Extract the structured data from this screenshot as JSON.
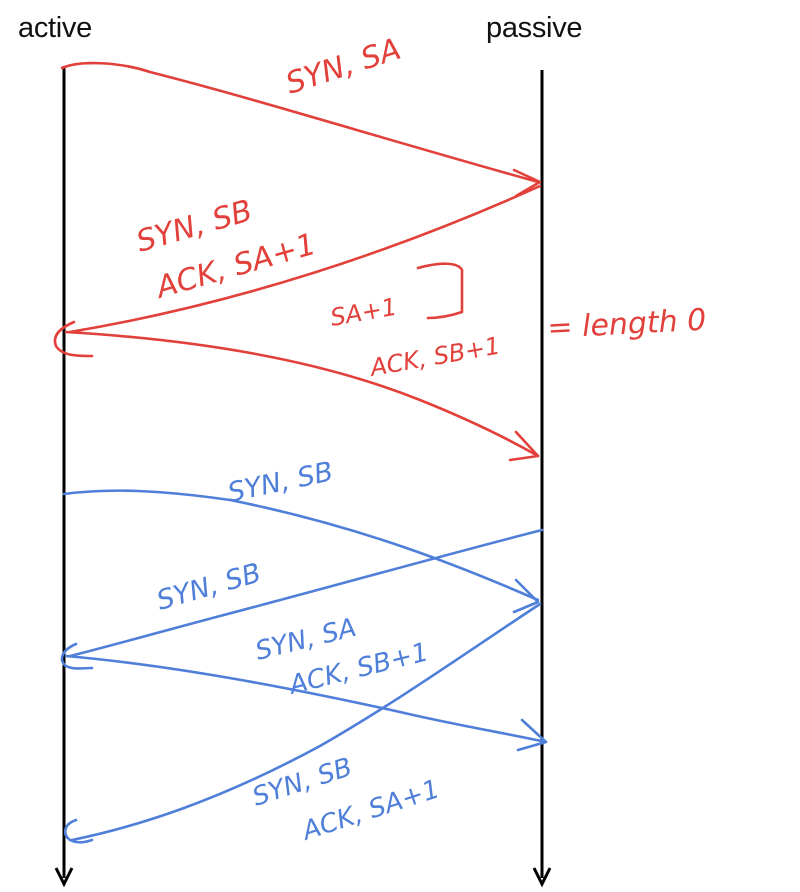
{
  "endpoints": {
    "active": "active",
    "passive": "passive"
  },
  "colors": {
    "timeline": "#000000",
    "three_way_handshake": "#e2403a",
    "simultaneous_open": "#4f7fd9"
  },
  "three_way_handshake": {
    "syn": "SYN, SA",
    "synack_line1": "SYN, SB",
    "synack_line2": "ACK, SA+1",
    "ack_line1": "SA+1",
    "ack_line2": "ACK, SB+1",
    "ack_note": "= length 0"
  },
  "simultaneous_open": {
    "active_syn": "SYN, SB",
    "passive_syn": "SYN, SB",
    "active_synack_line1": "SYN, SA",
    "active_synack_line2": "ACK, SB+1",
    "passive_synack_line1": "SYN, SB",
    "passive_synack_line2": "ACK, SA+1"
  }
}
